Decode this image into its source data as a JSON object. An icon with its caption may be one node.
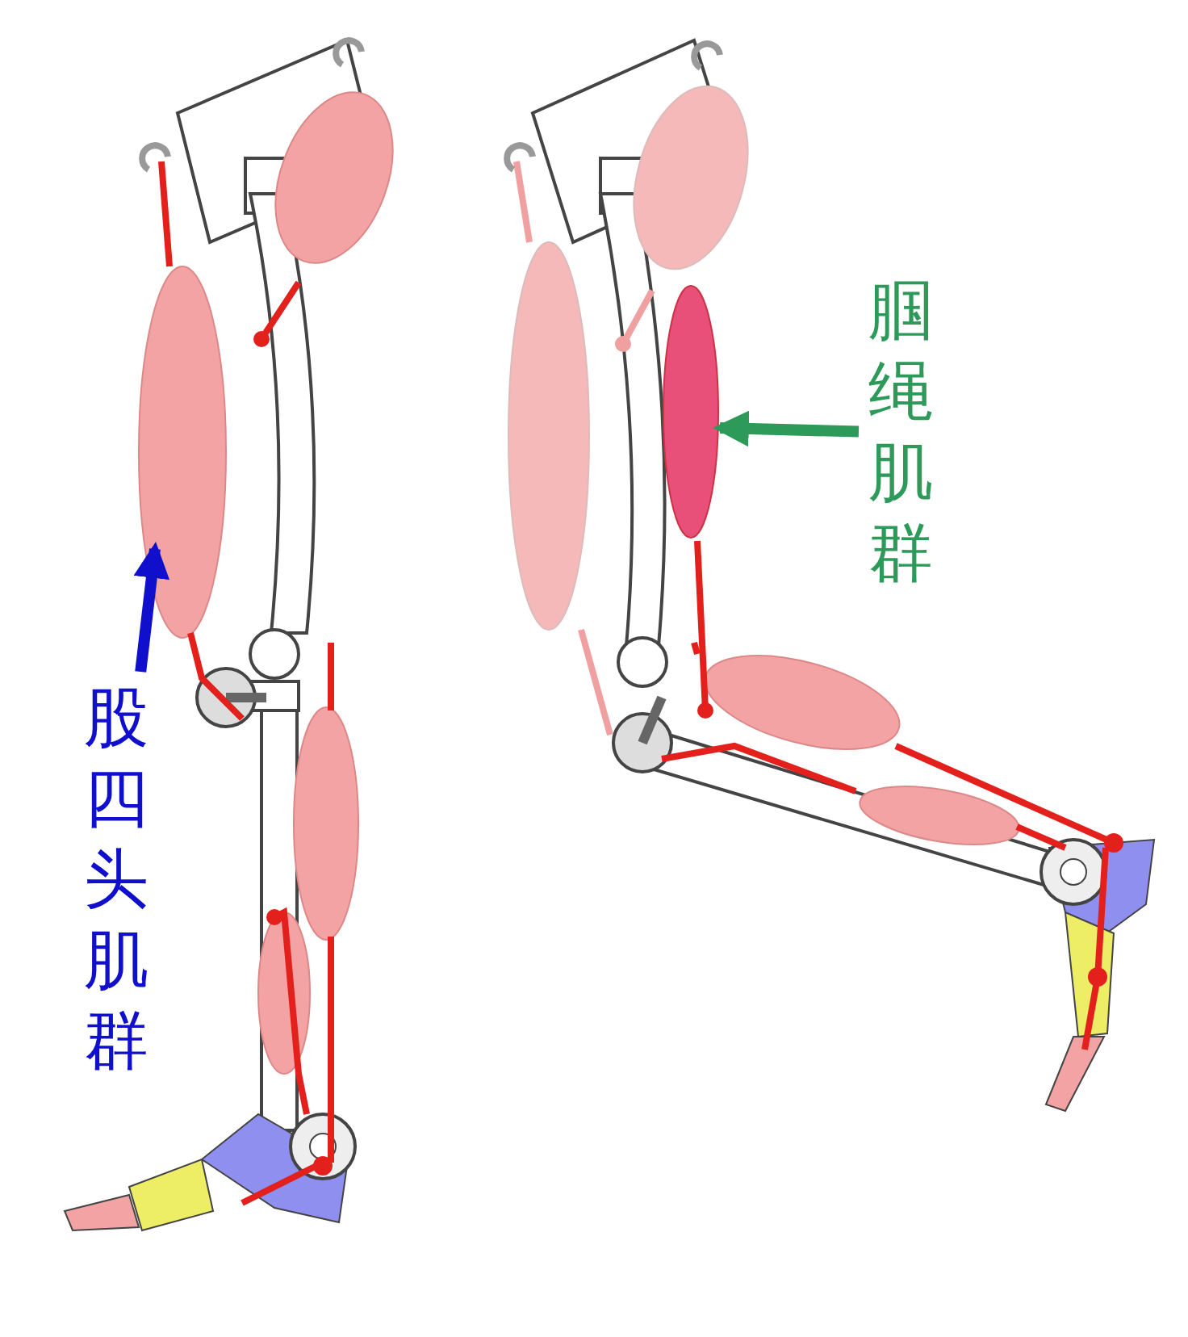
{
  "diagram": {
    "nodes": [
      {
        "text": [
          "股四头肌群"
        ]
      },
      {
        "text": [
          "腘绳肌群"
        ]
      }
    ],
    "edges": [
      {
        "from": 0,
        "to": null,
        "arrow": "to",
        "color": "#1010cc"
      },
      {
        "from": 1,
        "to": null,
        "arrow": "to",
        "color": "#2e9a5a"
      }
    ]
  }
}
